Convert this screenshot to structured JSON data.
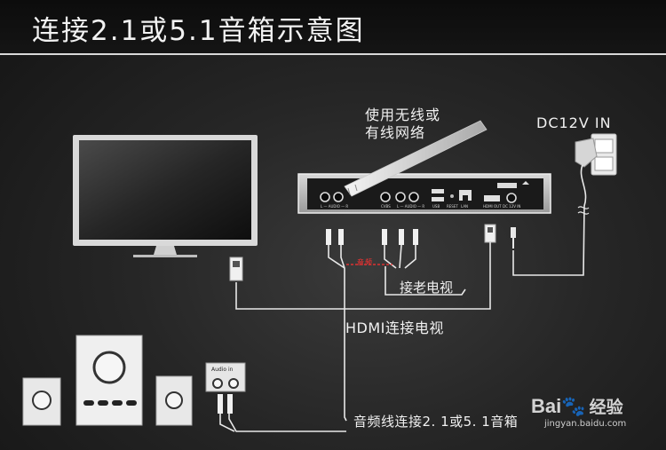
{
  "title": "连接2.1或5.1音箱示意图",
  "labels": {
    "network": "使用无线或",
    "network_2": "有线网络",
    "power": "DC12V  IN",
    "old_tv": "接老电视",
    "hdmi": "HDMI连接电视",
    "audio": "音频线连接2. 1或5. 1音箱",
    "red_tag": "音频"
  },
  "device_ports": {
    "av_left": "L — AUDIO — R",
    "cvbs": "CVBS",
    "av_right": "L — AUDIO — R",
    "usb": "USB",
    "reset": "RESET",
    "lan": "LAN",
    "hdmi": "HDMI OUT",
    "dc": "DC 12V IN"
  },
  "speaker": {
    "audio_in": "Audio in"
  },
  "watermark": {
    "bai": "Bai",
    "paw": "🐾",
    "jingyan": "经验",
    "sub": "jingyan.baidu.com"
  },
  "colors": {
    "wire": "#e8e8e8",
    "background": "#2a2a2a",
    "header_rule": "#d8d8d8",
    "red_tag": "#ff3030"
  }
}
